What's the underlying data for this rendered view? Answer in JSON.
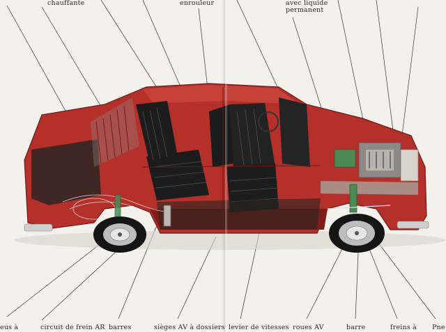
{
  "labels": {
    "top_chauffante": "chauffante",
    "top_enrouleur": "enrouleur",
    "top_liquide_1": "avec liquide",
    "top_liquide_2": "permanent",
    "bottom_1": "eus à",
    "bottom_2": "circuit de frein AR",
    "bottom_3": "barres",
    "bottom_4": "sièges AV à dossiers",
    "bottom_5": "levier de vitesses",
    "bottom_6": "roues AV",
    "bottom_7": "barre",
    "bottom_8": "freins à",
    "bottom_9": "Pne"
  },
  "colors": {
    "body_red": "#b5302a",
    "body_dark_red": "#7e1d1a",
    "seat_black": "#1c1c1c",
    "chrome": "#cfcfcf",
    "engine_green": "#4c8a55",
    "paper": "#f3f1ec"
  }
}
